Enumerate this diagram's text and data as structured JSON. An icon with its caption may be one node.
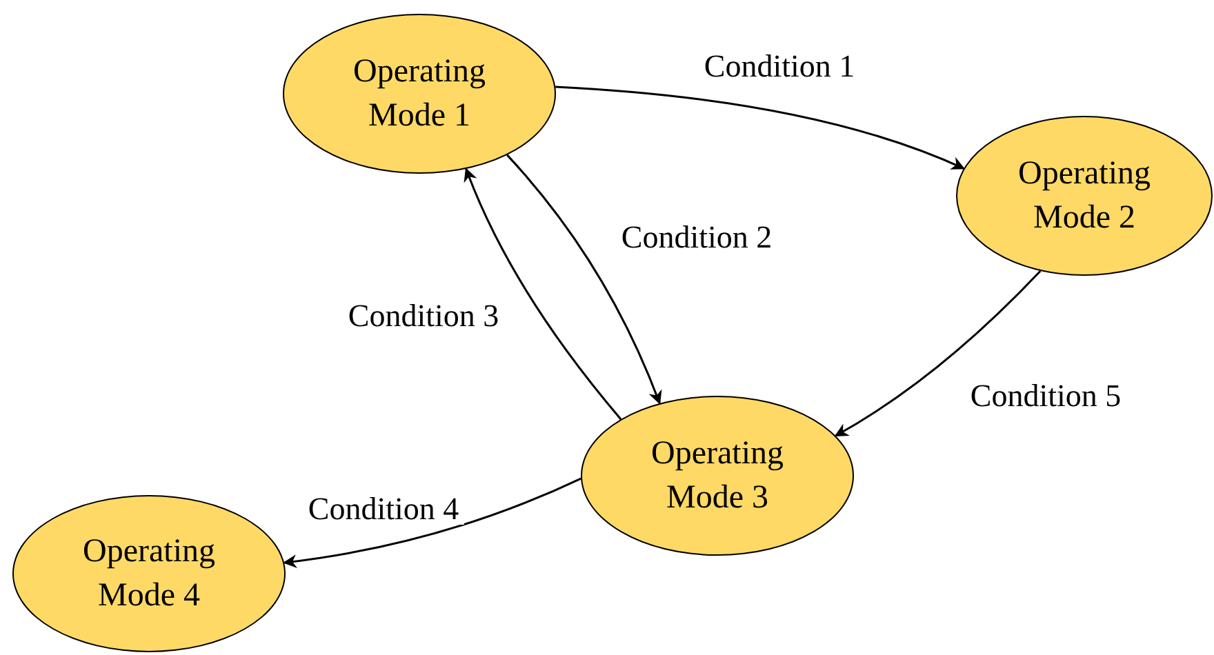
{
  "diagram": {
    "nodes": [
      {
        "text": [
          "Operating Mode 1"
        ]
      },
      {
        "text": [
          "Operating Mode 2"
        ]
      },
      {
        "text": [
          "Operating Mode 3"
        ]
      },
      {
        "text": [
          "Operating Mode 4"
        ]
      }
    ],
    "edges": [
      {
        "from": 0,
        "to": 1,
        "arrow": "to",
        "label": "Condition 1"
      },
      {
        "from": 0,
        "to": 2,
        "arrow": "to",
        "label": "Condition 2"
      },
      {
        "from": 2,
        "to": 0,
        "arrow": "to",
        "label": "Condition 3"
      },
      {
        "from": 2,
        "to": 3,
        "arrow": "to",
        "label": "Condition 4"
      },
      {
        "from": 1,
        "to": 2,
        "arrow": "to",
        "label": "Condition 5"
      }
    ]
  }
}
